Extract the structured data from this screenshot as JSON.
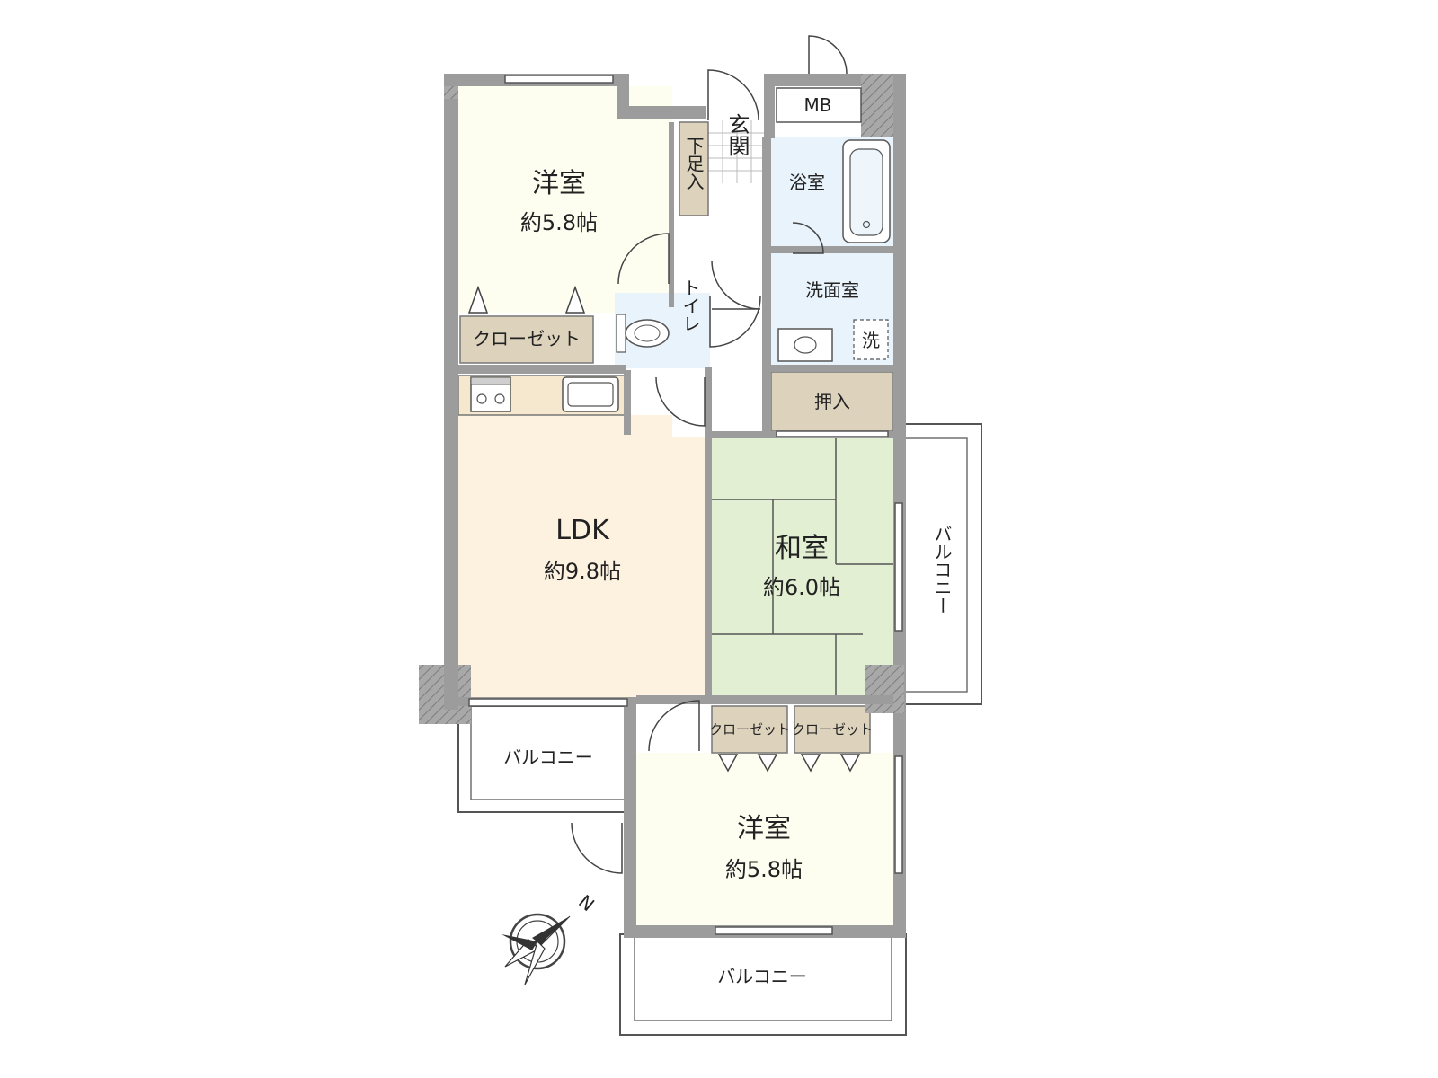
{
  "colors": {
    "western_room": "#fdfdf0",
    "ldk": "#fdf2e0",
    "washitsu": "#e3efd3",
    "wet_area": "#e8f3fb",
    "storage": "#ddd3bd",
    "wall": "#9c9c9c"
  },
  "rooms": {
    "western_1": {
      "name": "洋室",
      "size": "約5.8帖"
    },
    "ldk": {
      "name": "LDK",
      "size": "約9.8帖"
    },
    "washitsu": {
      "name": "和室",
      "size": "約6.0帖"
    },
    "western_2": {
      "name": "洋室",
      "size": "約5.8帖"
    },
    "bath": {
      "name": "浴室"
    },
    "washroom": {
      "name": "洗面室"
    },
    "toilet": {
      "name": "トイレ"
    },
    "entrance": {
      "name": "玄関"
    }
  },
  "storage": {
    "shoe": "下足入",
    "closet_1": "クローゼット",
    "oshiire": "押入",
    "closet_2": "クローゼット",
    "closet_3": "クローゼット"
  },
  "fixtures": {
    "mb": "MB",
    "washer": "洗"
  },
  "balconies": {
    "east": "バルコニー",
    "south_west": "バルコニー",
    "south": "バルコニー"
  },
  "compass": {
    "label": "N",
    "icon": "north-arrow-icon"
  }
}
